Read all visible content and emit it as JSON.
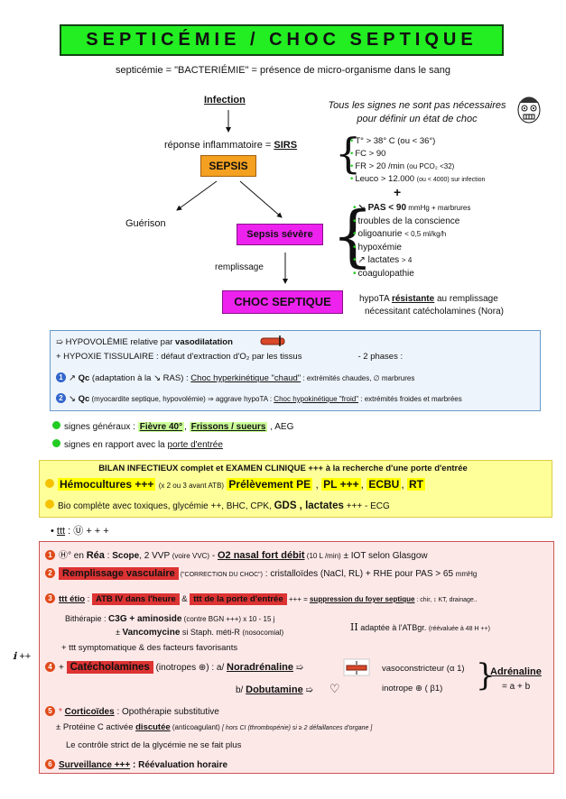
{
  "title": "SEPTICÉMIE / CHOC SEPTIQUE",
  "definition": "septicémie = \"BACTERIÉMIE\" = présence de micro-organisme dans le sang",
  "flow": {
    "infection": "Infection",
    "reponse_prefix": "réponse inflammatoire = ",
    "sirs": "SIRS",
    "sepsis": "SEPSIS",
    "guerison": "Guérison",
    "sepsis_severe": "Sepsis sévère",
    "remplissage": "remplissage",
    "choc": "CHOC SEPTIQUE"
  },
  "note": {
    "line1": "Tous les signes ne sont pas nécessaires",
    "line2": "pour définir un état de choc"
  },
  "sirs_criteria": {
    "c1": "T° > 38° C  (ou < 36°)",
    "c2": "FC > 90",
    "c3_a": "FR > 20 /min ",
    "c3_b": "(ou PCO₂ <32)",
    "c4_a": "Leuco > 12.000 ",
    "c4_b": "(ou < 4000) sur infection",
    "plus": "+"
  },
  "severe_criteria": {
    "s1_a": "↘ PAS  < 90",
    "s1_b": " mmHg  + marbrures",
    "s2": "troubles de la conscience",
    "s3_a": "oligoanurie ",
    "s3_b": "< 0,5 ml/kg/h",
    "s4": "hypoxémie",
    "s5_a": "↗ lactates ",
    "s5_b": "> 4",
    "s6": "coagulopathie"
  },
  "choc_def": {
    "l1_a": "hypoTA ",
    "l1_b": "résistante",
    "l1_c": " au remplissage",
    "l2": "nécessitant catécholamines (Nora)"
  },
  "physio": {
    "l1_a": "➯ HYPOVOLÉMIE relative par ",
    "l1_b": "vasodilatation",
    "l2_a": "+  HYPOXIE TISSULAIRE : défaut d'extraction d'O₂ par les tissus",
    "l2_b": "-    2 phases :",
    "p1_num": "1",
    "p1_a": "↗ ",
    "p1_b": "Qc",
    "p1_c": " (adaptation à la ↘ RAS) : ",
    "p1_d": "Choc hyperkinétique \"chaud\"",
    "p1_e": " : extrémités chaudes, ∅ marbrures",
    "p2_num": "2",
    "p2_a": "↘ ",
    "p2_b": "Qc",
    "p2_c": " (myocardite septique, hypovolémie)",
    "p2_d": " ⇒ aggrave hypoTA : ",
    "p2_e": "Choc hypokinétique \"froid\"",
    "p2_f": " : extrémités froides et marbrées"
  },
  "signs": {
    "g1_a": "signes généraux : ",
    "g1_b": "Fièvre 40°",
    "g1_c": "Frissons / sueurs",
    "g1_d": " , AEG",
    "g2_a": "signes en rapport avec la ",
    "g2_b": "porte d'entrée"
  },
  "bilan": {
    "header": "BILAN INFECTIEUX complet   et   EXAMEN CLINIQUE +++ à la recherche d'une porte d'entrée",
    "hemo": "Hémocultures +++",
    "hemo_note": "(x 2 ou 3 avant ATB)",
    "pe": "Prélèvement PE",
    "pl": "PL +++",
    "ecbu": "ECBU",
    "rt": "RT",
    "bio_a": "Bio complète avec toxiques, glycémie ++, BHC, CPK, ",
    "bio_b": "GDS , lactates",
    "bio_c": " +++   -   ECG"
  },
  "ttt": {
    "head_a": "• ",
    "head_b": "ttt",
    "head_c": " : Ⓤ  + + +",
    "side": "ℹ ++",
    "l1_a": "Ⓗ° en ",
    "l1_b": "Réa",
    "l1_c": " : ",
    "l1_d": "Scope",
    "l1_e": ", 2 VVP ",
    "l1_f": "(voire VVC)",
    "l1_g": " - ",
    "l1_h": "O2 nasal fort débit",
    "l1_i": " (10 L /min)",
    "l1_j": " ± IOT selon Glasgow",
    "l2_a": "Remplissage vasculaire",
    "l2_b": " (\"CORRECTION DU CHOC\")",
    "l2_c": " : cristalloïdes (NaCl, RL)  + RHE    pour PAS > 65 ",
    "l2_d": "mmHg",
    "l3_a": "ttt étio",
    "l3_b": " : ",
    "l3_c": "ATB IV dans l'heure",
    "l3_d": " & ",
    "l3_e": "ttt de la porte d'entrée",
    "l3_f": " +++ = ",
    "l3_g": "suppression du foyer septique",
    "l3_h": " : chir, ↕ KT, drainage..",
    "bi_a": "Bithérapie :  ",
    "bi_b": "C3G + aminoside",
    "bi_c": "  (contre BGN +++)  x  10 - 15 j",
    "bi_d": "± ",
    "bi_e": "Vancomycine",
    "bi_f": " si Staph. méti-R ",
    "bi_g": "(nosocomial)",
    "bi_h": "II",
    "bi_i": " adaptée à l'ATBgr. ",
    "bi_j": "(réévaluée à 48 H ++)",
    "sympto": "+ ttt symptomatique  &  des facteurs favorisants",
    "l4_a": "+ ",
    "l4_b": "Catécholamines",
    "l4_c": " (inotropes ⊕) :  a/ ",
    "l4_d": "Noradrénaline",
    "l4_e": " ➯",
    "l4_f": "vasoconstricteur  (α 1)",
    "l4_g": "b/ ",
    "l4_h": "Dobutamine",
    "l4_i": "  ➯",
    "l4_j": "♡",
    "l4_k": "inotrope ⊕  ( β1)",
    "adr_a": "Adrénaline",
    "adr_b": "= a + b",
    "l5_a": "* ",
    "l5_b": "Corticoïdes",
    "l5_c": " :  Opothérapie substitutive",
    "l6_a": "± Protéine C activée ",
    "l6_b": "discutée",
    "l6_c": "  (anticoagulant)  ",
    "l6_d": "[ hors CI  (thrombopénie) si ≥ 2 défaillances d'organe ]",
    "l7": "Le contrôle strict de la glycémie ne se fait plus",
    "l8_a": "Surveillance +++",
    "l8_b": " : Réévaluation horaire",
    "n1": "1",
    "n2": "2",
    "n3": "3",
    "n4": "4",
    "n5": "5",
    "n6": "6"
  },
  "colors": {
    "title_bg": "#22ee22",
    "orange": "#f4a020",
    "magenta": "#ee22ee",
    "red_tag": "#dd3333",
    "blue_box": "#eef4fb",
    "yellow_box": "#ffff9a",
    "red_box": "#fde8e8"
  }
}
